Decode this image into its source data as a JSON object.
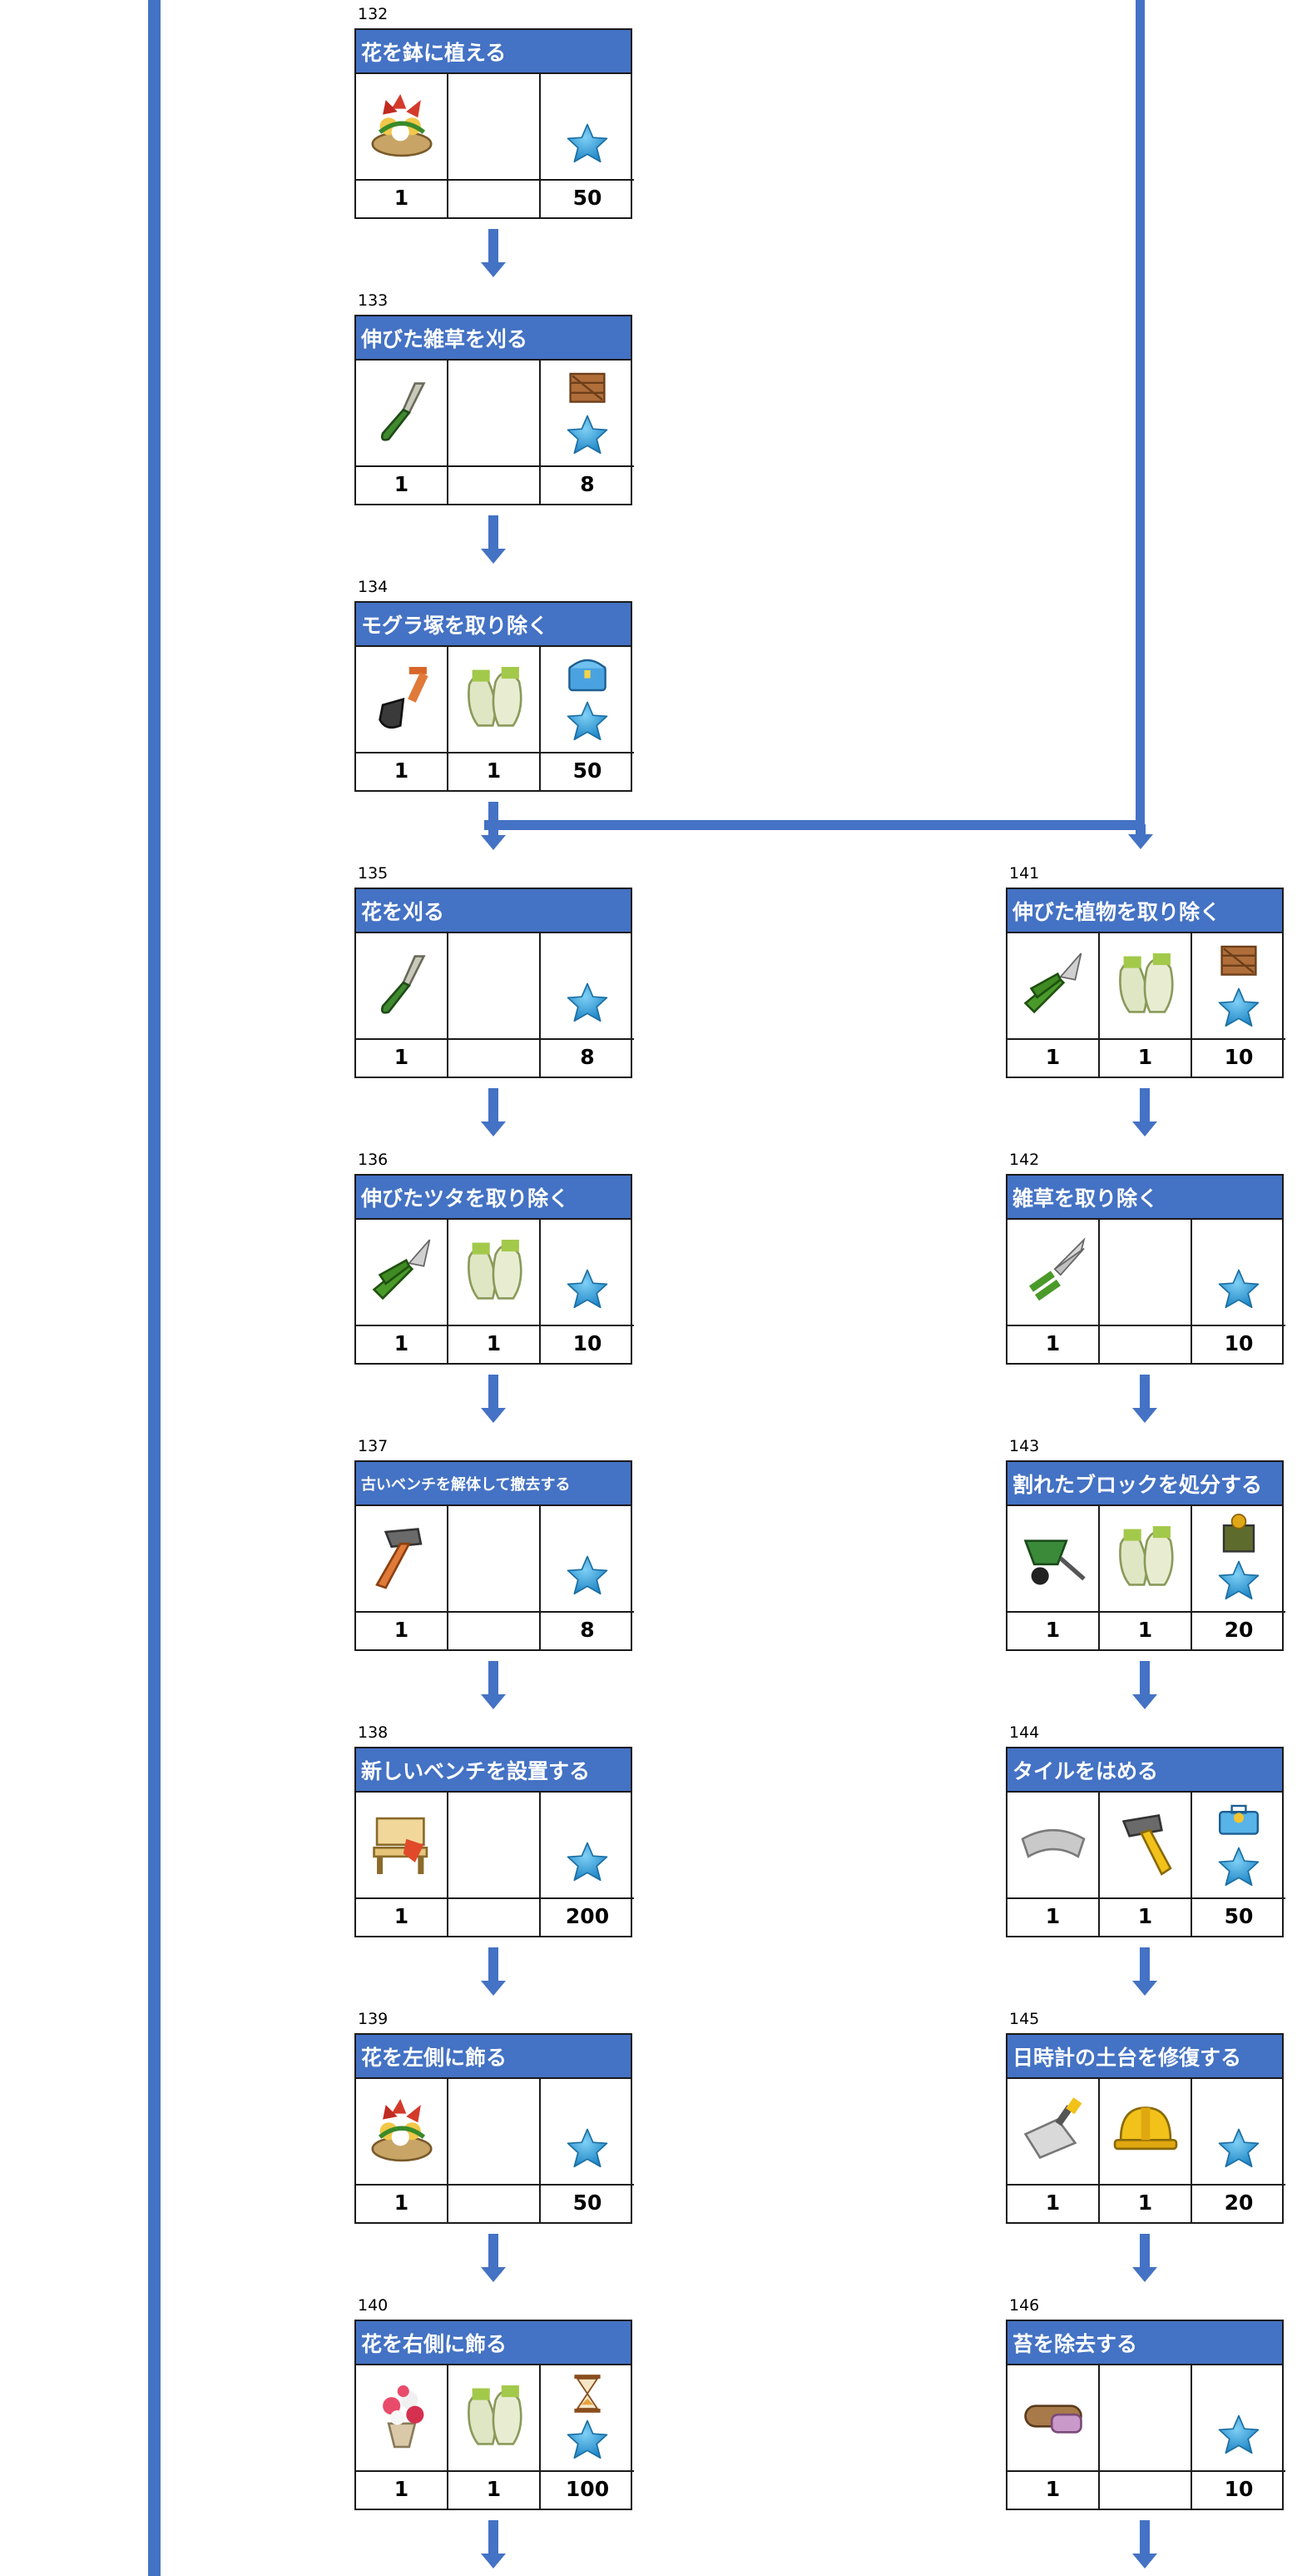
{
  "tasks_left": [
    {
      "num": "132",
      "title": "花を鉢に植える",
      "items": [
        "flower-pot-icon",
        "",
        ""
      ],
      "reward": [
        "star-icon"
      ],
      "counts": [
        "1",
        "",
        "50"
      ]
    },
    {
      "num": "133",
      "title": "伸びた雑草を刈る",
      "items": [
        "knife-icon",
        "",
        ""
      ],
      "reward": [
        "crate-icon",
        "star-icon"
      ],
      "counts": [
        "1",
        "",
        "8"
      ]
    },
    {
      "num": "134",
      "title": "モグラ塚を取り除く",
      "items": [
        "shovel-icon",
        "gloves-icon",
        ""
      ],
      "reward": [
        "blue-chest-icon",
        "star-icon"
      ],
      "counts": [
        "1",
        "1",
        "50"
      ]
    },
    {
      "num": "135",
      "title": "花を刈る",
      "items": [
        "knife-icon",
        "",
        ""
      ],
      "reward": [
        "star-icon"
      ],
      "counts": [
        "1",
        "",
        "8"
      ]
    },
    {
      "num": "136",
      "title": "伸びたツタを取り除く",
      "items": [
        "pruning-shears-icon",
        "gloves-icon",
        ""
      ],
      "reward": [
        "star-icon"
      ],
      "counts": [
        "1",
        "1",
        "10"
      ]
    },
    {
      "num": "137",
      "title": "古いベンチを解体して撤去する",
      "items": [
        "hammer-icon",
        "",
        ""
      ],
      "reward": [
        "star-icon"
      ],
      "counts": [
        "1",
        "",
        "8"
      ]
    },
    {
      "num": "138",
      "title": "新しいベンチを設置する",
      "items": [
        "bench-icon",
        "",
        ""
      ],
      "reward": [
        "star-icon"
      ],
      "counts": [
        "1",
        "",
        "200"
      ]
    },
    {
      "num": "139",
      "title": "花を左側に飾る",
      "items": [
        "flower-pot-icon",
        "",
        ""
      ],
      "reward": [
        "star-icon"
      ],
      "counts": [
        "1",
        "",
        "50"
      ]
    },
    {
      "num": "140",
      "title": "花を右側に飾る",
      "items": [
        "flower-bouquet-icon",
        "gloves-icon",
        ""
      ],
      "reward": [
        "hourglass-icon",
        "star-icon"
      ],
      "counts": [
        "1",
        "1",
        "100"
      ]
    }
  ],
  "tasks_right": [
    {
      "num": "141",
      "title": "伸びた植物を取り除く",
      "items": [
        "pruning-shears-icon",
        "gloves-icon",
        ""
      ],
      "reward": [
        "crate-icon",
        "star-icon"
      ],
      "counts": [
        "1",
        "1",
        "10"
      ]
    },
    {
      "num": "142",
      "title": "雑草を取り除く",
      "items": [
        "hedge-shears-icon",
        "",
        ""
      ],
      "reward": [
        "star-icon"
      ],
      "counts": [
        "1",
        "",
        "10"
      ]
    },
    {
      "num": "143",
      "title": "割れたブロックを処分する",
      "items": [
        "wheelbarrow-icon",
        "gloves-icon",
        ""
      ],
      "reward": [
        "green-box-icon",
        "star-icon"
      ],
      "counts": [
        "1",
        "1",
        "20"
      ]
    },
    {
      "num": "144",
      "title": "タイルをはめる",
      "items": [
        "tile-icon",
        "yellow-hammer-icon",
        ""
      ],
      "reward": [
        "toolbox-icon",
        "star-icon"
      ],
      "counts": [
        "1",
        "1",
        "50"
      ]
    },
    {
      "num": "145",
      "title": "日時計の土台を修復する",
      "items": [
        "trowel-icon",
        "hard-hat-icon",
        ""
      ],
      "reward": [
        "star-icon"
      ],
      "counts": [
        "1",
        "1",
        "20"
      ]
    },
    {
      "num": "146",
      "title": "苔を除去する",
      "items": [
        "brush-icon",
        "",
        ""
      ],
      "reward": [
        "star-icon"
      ],
      "counts": [
        "1",
        "",
        "10"
      ]
    }
  ],
  "colors": {
    "accent": "#4472c4",
    "star": "#3aa0d8",
    "border": "#1a1a1a"
  }
}
